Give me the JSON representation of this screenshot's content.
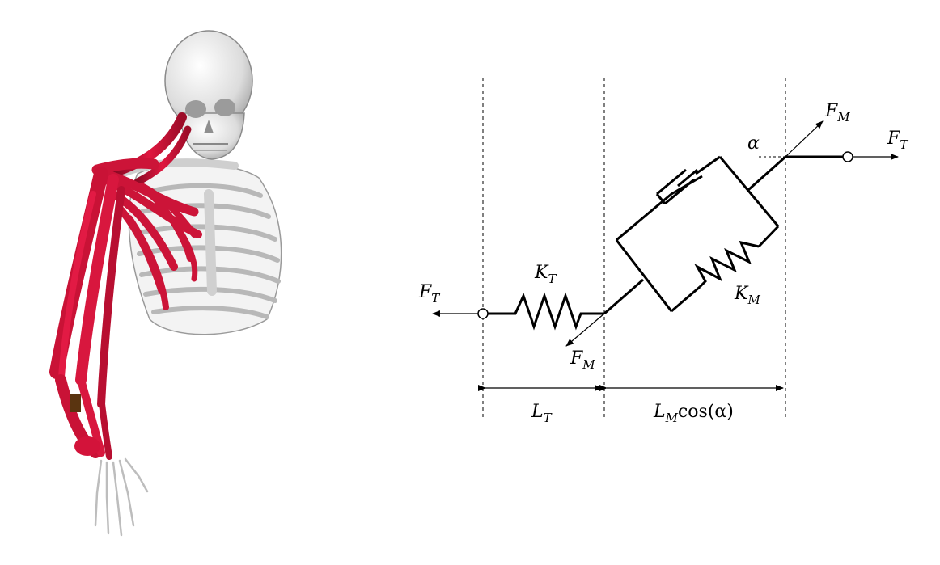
{
  "figure": {
    "musculoskeletal_model": {
      "label": "",
      "muscle_color": "#d3133a",
      "bone_color": "#e8e8e8"
    },
    "hill_model": {
      "tendon_force_left": {
        "base": "F",
        "sub": "T"
      },
      "tendon_force_right": {
        "base": "F",
        "sub": "T"
      },
      "muscle_force_upper": {
        "base": "F",
        "sub": "M"
      },
      "muscle_force_lower": {
        "base": "F",
        "sub": "M"
      },
      "tendon_stiffness": {
        "base": "K",
        "sub": "T"
      },
      "muscle_stiffness": {
        "base": "K",
        "sub": "M"
      },
      "pennation_angle": "α",
      "tendon_length": {
        "base": "L",
        "sub": "T"
      },
      "muscle_length": {
        "base": "L",
        "sub": "M",
        "suffix_fn": "cos",
        "suffix_arg": "(α)"
      }
    }
  }
}
